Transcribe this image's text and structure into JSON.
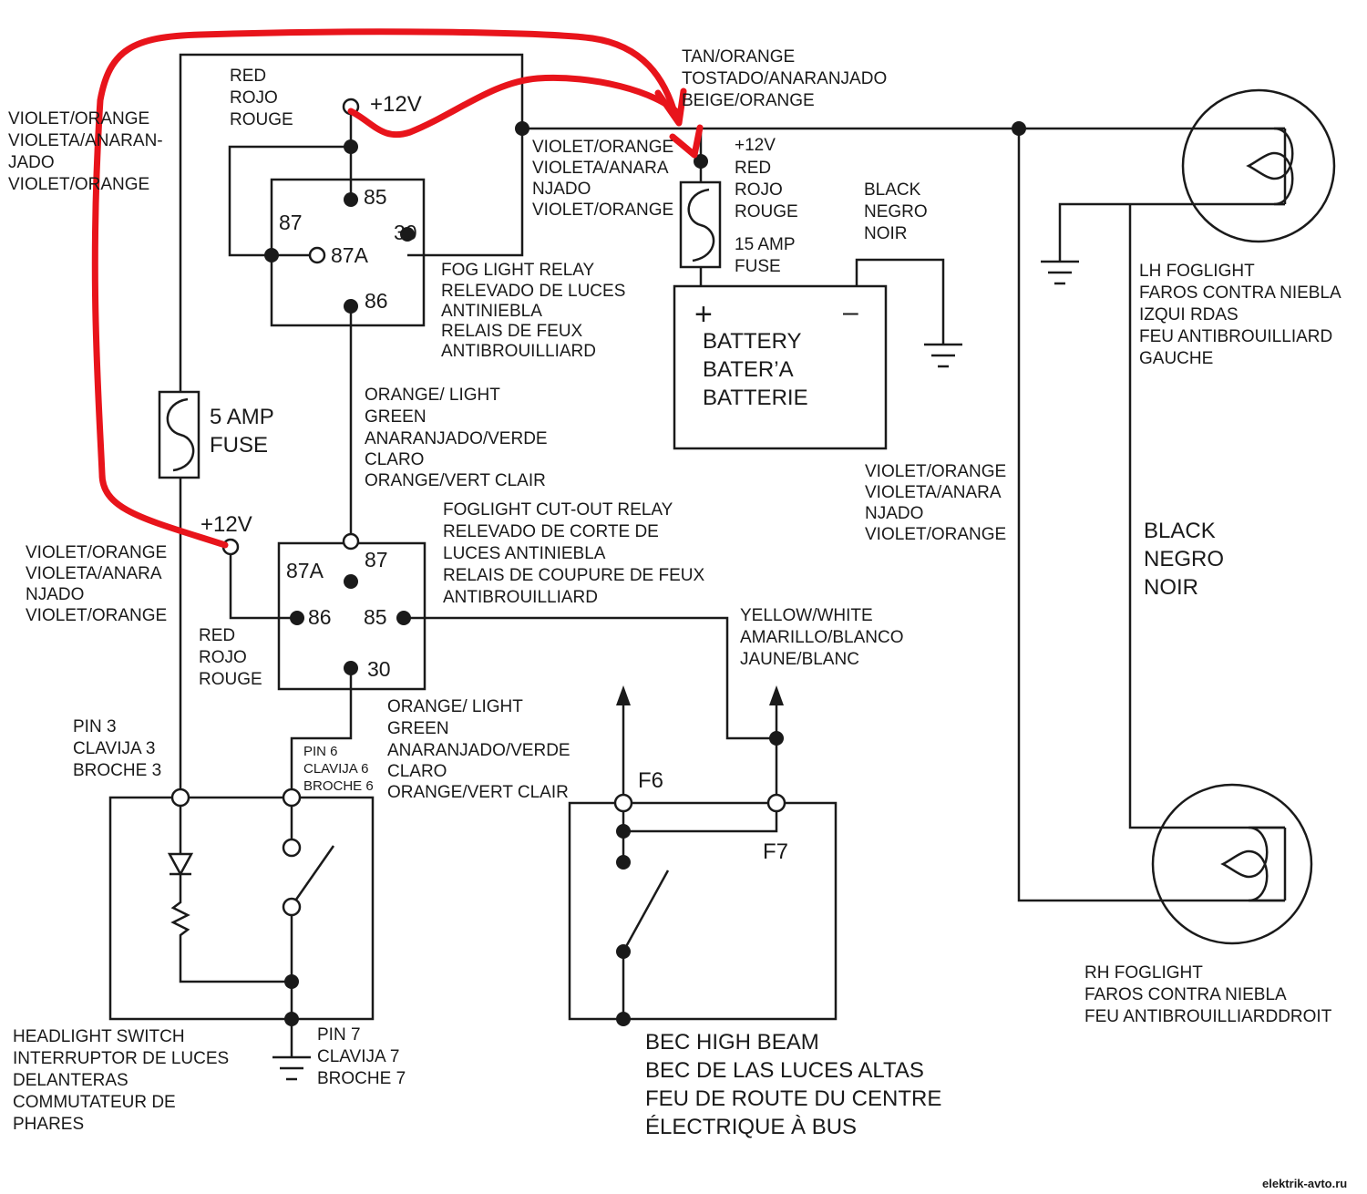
{
  "colors": {
    "wire": "#1a1a1a",
    "annotation_arrow": "#e8141b",
    "background": "#ffffff"
  },
  "labels": {
    "fog_relay_supply": [
      "RED",
      "ROJO",
      "ROUGE"
    ],
    "plus12v": "+12V",
    "top_left_wire": [
      "VIOLET/ORANGE",
      "VIOLETA/ANARAN-",
      "JADO",
      "VIOLET/ORANGE"
    ],
    "tan_orange": [
      "TAN/ORANGE",
      "TOSTADO/ANARANJADO",
      "BEIGE/ORANGE"
    ],
    "relay_out_wire": [
      "VIOLET/ORANGE",
      "VIOLETA/ANARA",
      "NJADO",
      "VIOLET/ORANGE"
    ],
    "battery_pos_wire": [
      "+12V",
      "RED",
      "ROJO",
      "ROUGE"
    ],
    "fuse15": [
      "15 AMP",
      "FUSE"
    ],
    "battery_neg_wire": [
      "BLACK",
      "NEGRO",
      "NOIR"
    ],
    "battery_plus": "+",
    "battery_minus": "–",
    "battery": [
      "BATTERY",
      "BATER’A",
      "BATTERIE"
    ],
    "fog_relay": [
      "FOG LIGHT RELAY",
      "RELEVADO DE LUCES",
      "ANTINIEBLA",
      "RELAIS DE FEUX",
      "ANTIBROUILLIARD"
    ],
    "fuse5": [
      "5 AMP",
      "FUSE"
    ],
    "orange_green_1": [
      "ORANGE/ LIGHT",
      "GREEN",
      "ANARANJADO/VERDE",
      "CLARO",
      "ORANGE/VERT CLAIR"
    ],
    "right_violet": [
      "VIOLET/ORANGE",
      "VIOLETA/ANARA",
      "NJADO",
      "VIOLET/ORANGE"
    ],
    "cutout_relay": [
      "FOGLIGHT CUT-OUT RELAY",
      "RELEVADO DE CORTE DE",
      "LUCES ANTINIEBLA",
      "RELAIS DE COUPURE DE FEUX",
      "ANTIBROUILLIARD"
    ],
    "left_violet": [
      "VIOLET/ORANGE",
      "VIOLETA/ANARA",
      "NJADO",
      "VIOLET/ORANGE"
    ],
    "cutout_red": [
      "RED",
      "ROJO",
      "ROUGE"
    ],
    "yellow_white": [
      "YELLOW/WHITE",
      "AMARILLO/BLANCO",
      "JAUNE/BLANC"
    ],
    "pin3": [
      "PIN 3",
      "CLAVIJA 3",
      "BROCHE 3"
    ],
    "pin6": [
      "PIN 6",
      "CLAVIJA 6",
      "BROCHE 6"
    ],
    "orange_green_2": [
      "ORANGE/ LIGHT",
      "GREEN",
      "ANARANJADO/VERDE",
      "CLARO",
      "ORANGE/VERT CLAIR"
    ],
    "f6": "F6",
    "f7": "F7",
    "lh_foglight": [
      "LH FOGLIGHT",
      "FAROS CONTRA NIEBLA",
      "IZQUI RDAS",
      "FEU ANTIBROUILLIARD",
      "GAUCHE"
    ],
    "black_ground": [
      "BLACK",
      "NEGRO",
      "NOIR"
    ],
    "rh_foglight": [
      "RH FOGLIGHT",
      "FAROS CONTRA NIEBLA",
      "FEU ANTIBROUILLIARDDROIT"
    ],
    "headlight_switch": [
      "HEADLIGHT SWITCH",
      "INTERRUPTOR DE LUCES",
      "DELANTERAS",
      "COMMUTATEUR DE",
      "PHARES"
    ],
    "pin7": [
      "PIN 7",
      "CLAVIJA 7",
      "BROCHE 7"
    ],
    "bec": [
      "BEC HIGH BEAM",
      "BEC DE LAS LUCES ALTAS",
      "FEU DE ROUTE DU CENTRE",
      "ÉLECTRIQUE À BUS"
    ],
    "relay1_pins": {
      "p85": "85",
      "p87": "87",
      "p30": "30",
      "p87a": "87A",
      "p86": "86"
    },
    "relay2_pins": {
      "p87a": "87A",
      "p87": "87",
      "p86": "86",
      "p85": "85",
      "p30": "30"
    },
    "watermark": "elektrik-avto.ru"
  }
}
